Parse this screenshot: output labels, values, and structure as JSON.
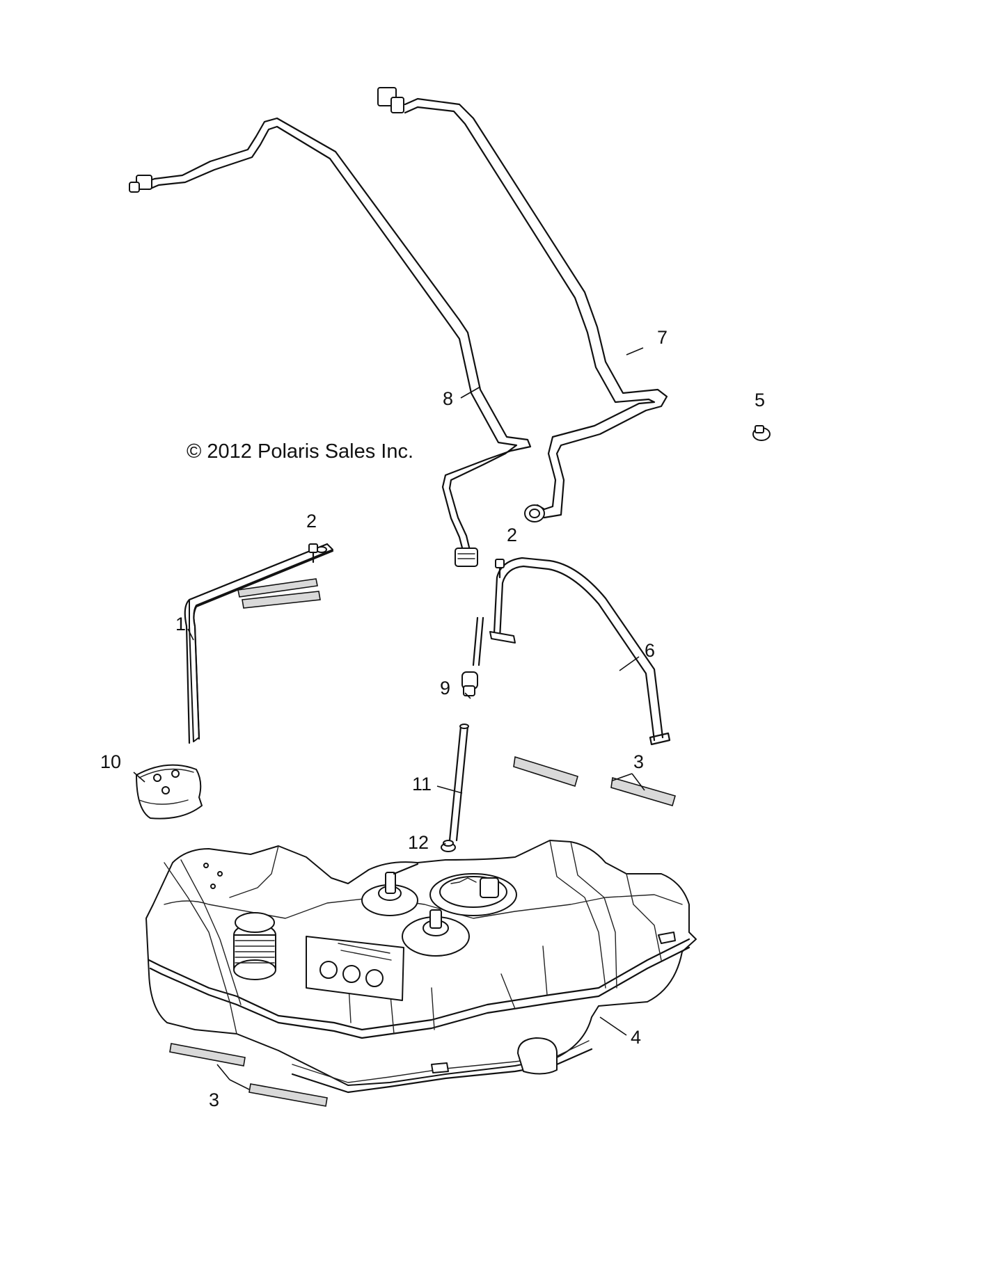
{
  "diagram": {
    "copyright": "© 2012 Polaris Sales Inc.",
    "callouts": {
      "c1": "1",
      "c2a": "2",
      "c2b": "2",
      "c3a": "3",
      "c3b": "3",
      "c4": "4",
      "c5": "5",
      "c6": "6",
      "c7": "7",
      "c8": "8",
      "c9": "9",
      "c10": "10",
      "c11": "11",
      "c12": "12"
    },
    "icons": {
      "fuel_line_8": "fuel-line-8-icon",
      "fuel_line_7": "fuel-line-7-icon",
      "strap_1": "tank-strap-1-icon",
      "strap_6": "tank-strap-6-icon",
      "bolt_2": "bolt-icon",
      "pad_3": "pad-icon",
      "tank_4": "fuel-tank-icon",
      "clip_5": "clip-icon",
      "valve_9": "valve-icon",
      "cap_10": "fuel-cap-icon",
      "hose_11": "vent-hose-icon",
      "clamp_12": "clamp-icon"
    }
  }
}
